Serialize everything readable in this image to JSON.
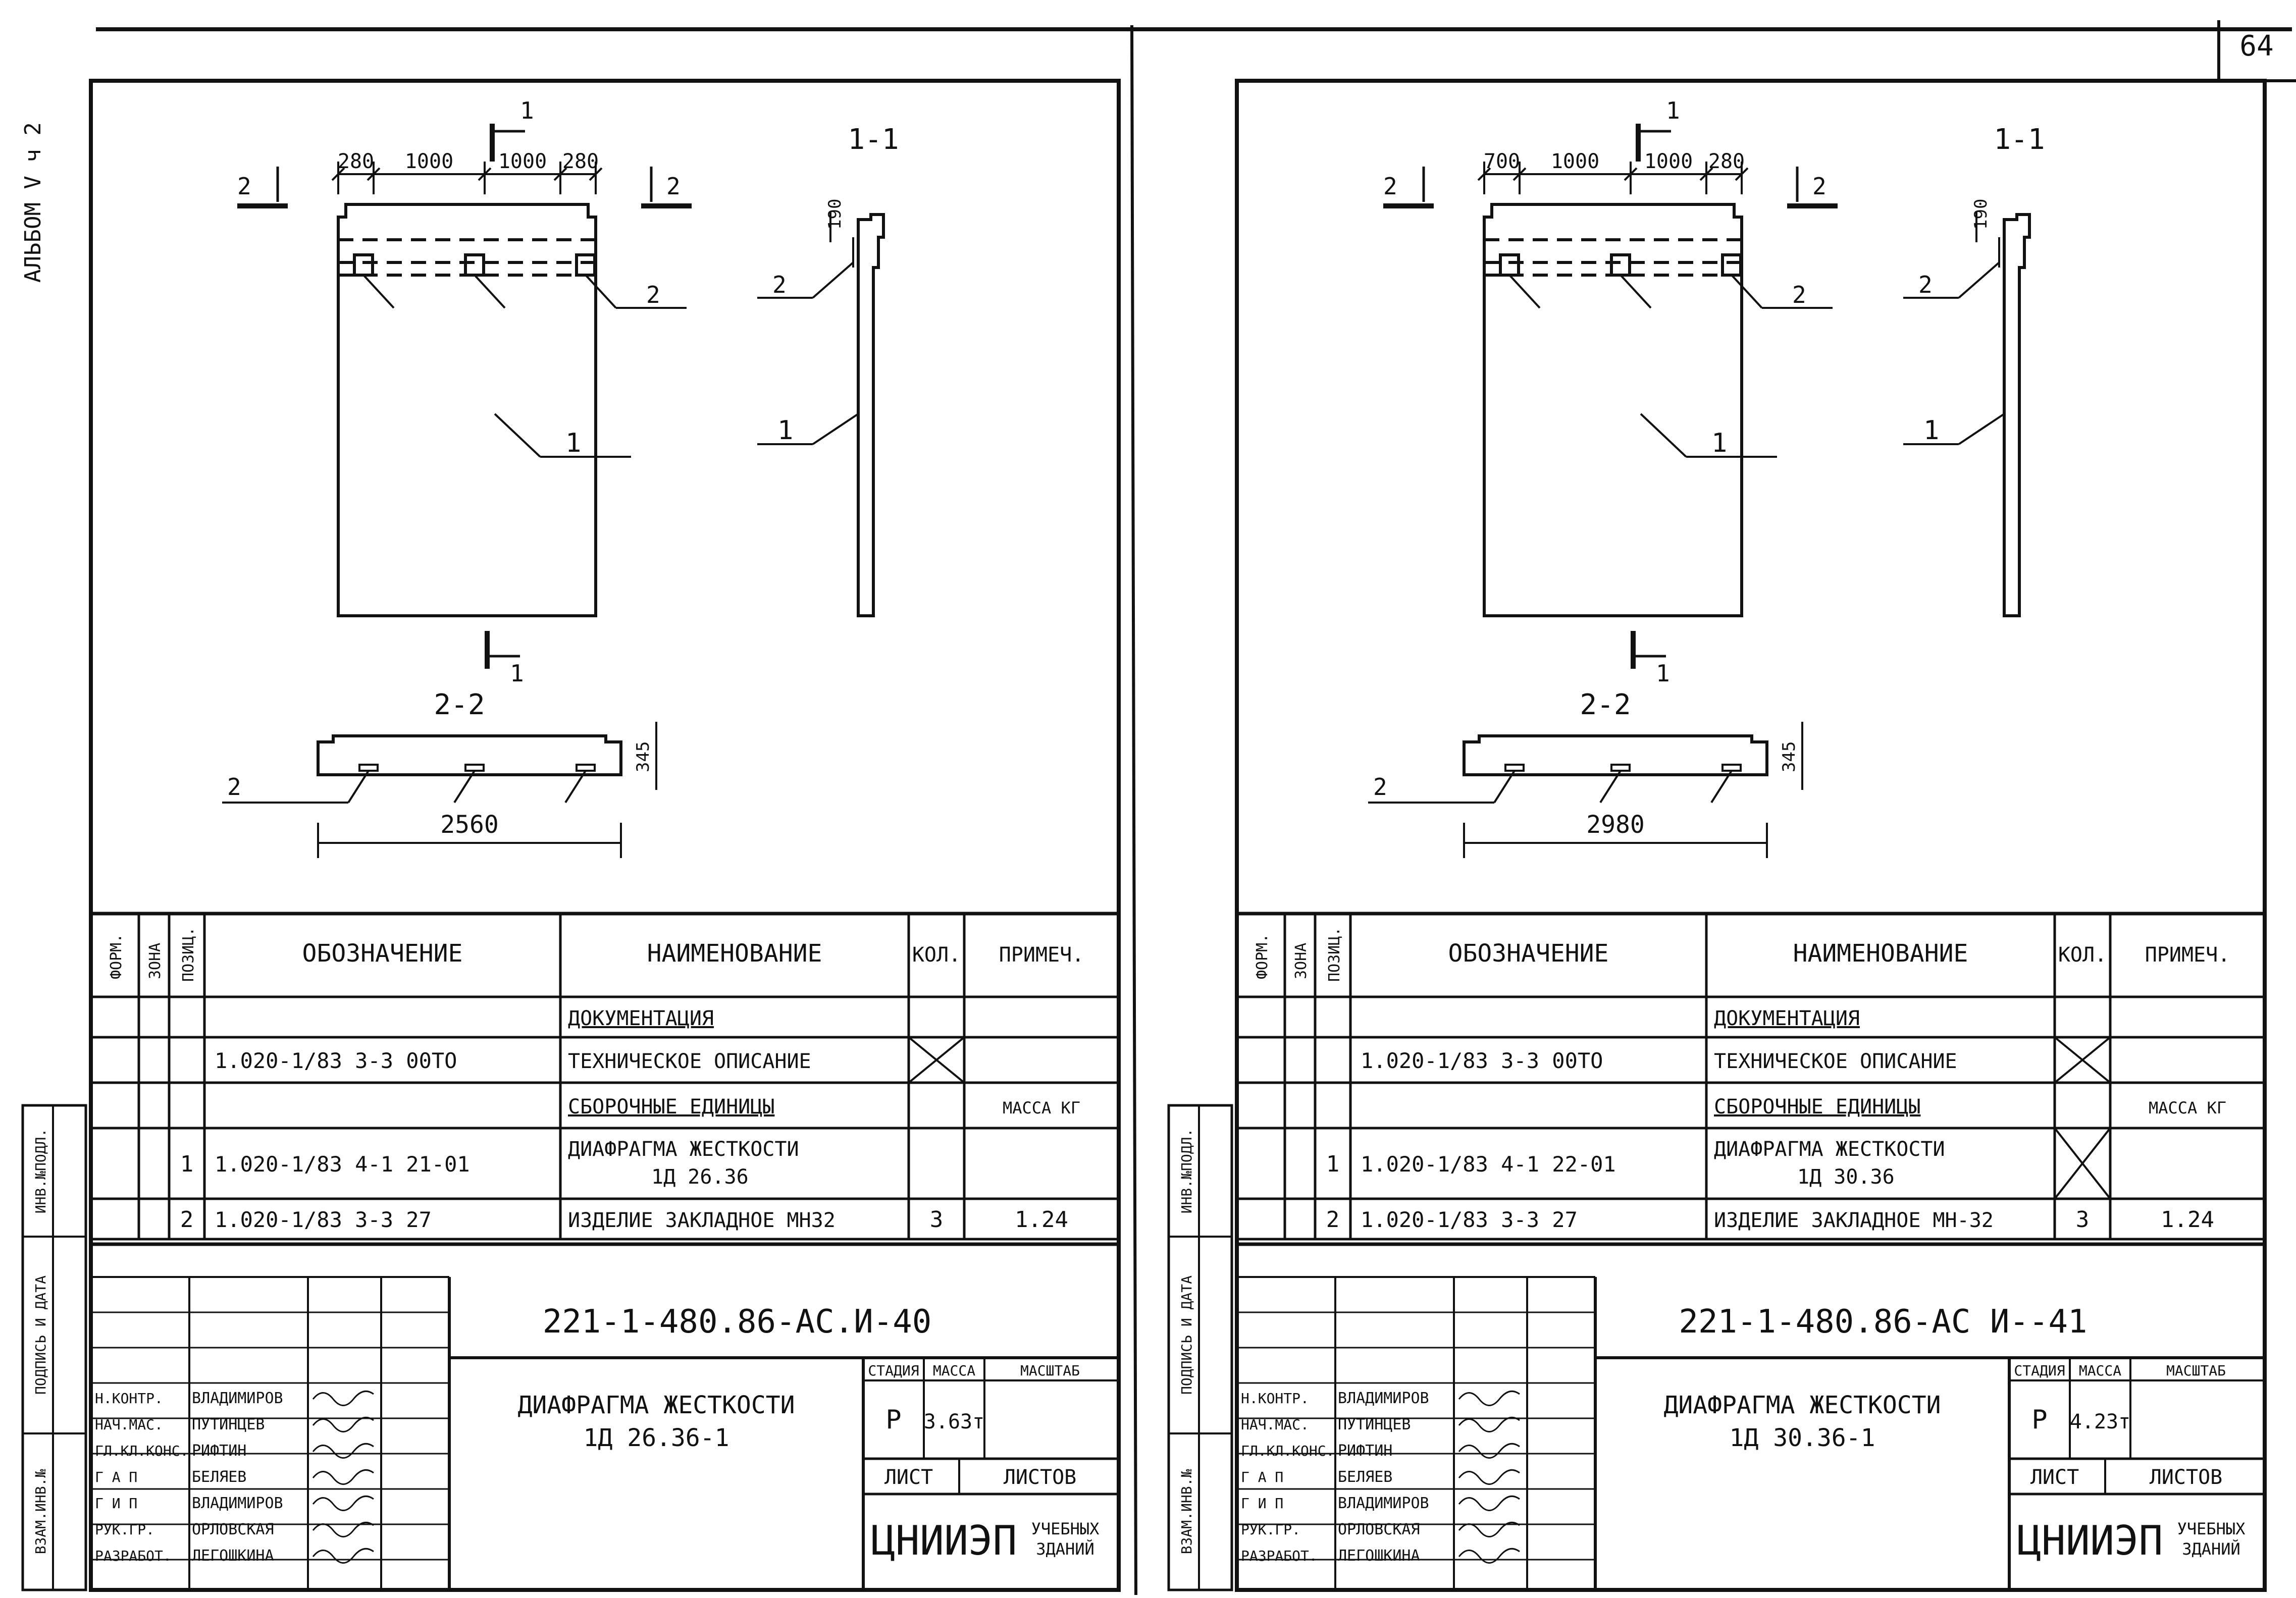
{
  "page": {
    "page_number": "64",
    "album_label": "АЛЬБОМ V ч 2"
  },
  "sheets": [
    {
      "dims_top": [
        "280",
        "1000",
        "1000",
        "280"
      ],
      "section_1_1_title": "1-1",
      "section_2_2_title": "2-2",
      "cut_mark_1": "1",
      "cut_mark_2": "2",
      "dim_190": "190",
      "dim_345": "345",
      "dim_bottom": "2560",
      "leader_1": "1",
      "leader_2": "2",
      "table_headers": {
        "format": "ФОРМ.",
        "zone": "ЗОНА",
        "position": "ПОЗИЦ.",
        "designation": "ОБОЗНАЧЕНИЕ",
        "name": "НАИМЕНОВАНИЕ",
        "qty": "КОЛ.",
        "note": "ПРИМЕЧ."
      },
      "rows": [
        {
          "pos": "",
          "designation": "",
          "name": "ДОКУМЕНТАЦИЯ",
          "qty": "",
          "note": ""
        },
        {
          "pos": "",
          "designation": "1.020-1/83  3-3   00ТО",
          "name": "ТЕХНИЧЕСКОЕ ОПИСАНИЕ",
          "qty": "",
          "note": ""
        },
        {
          "pos": "",
          "designation": "",
          "name": "СБОРОЧНЫЕ ЕДИНИЦЫ",
          "qty": "",
          "note": "МАССА КГ"
        },
        {
          "pos": "1",
          "designation": "1.020-1/83  4-1     21-01",
          "name": "ДИАФРАГМА ЖЕСТКОСТИ",
          "name2": "1Д 26.36",
          "qty": "",
          "note": ""
        },
        {
          "pos": "2",
          "designation": "1.020-1/83  3-3      27",
          "name": "ИЗДЕЛИЕ ЗАКЛАДНОЕ МН32",
          "qty": "3",
          "note": "1.24"
        }
      ],
      "side_stamp": [
        "ИНВ.№ПОДЛ.",
        "ПОДПИСЬ И ДАТА",
        "ВЗАМ.ИНВ.№"
      ],
      "title_code": "221-1-480.86-АС.И-40",
      "title_name": "ДИАФРАГМА ЖЕСТКОСТИ",
      "title_name2": "1Д 26.36-1",
      "stage_label": "СТАДИЯ",
      "mass_label": "МАССА",
      "scale_label": "МАСШТАБ",
      "stage": "Р",
      "mass": "3.63т",
      "sheet_label": "ЛИСТ",
      "sheets_label": "ЛИСТОВ",
      "org": "ЦНИИЭП",
      "org_sub1": "УЧЕБНЫХ",
      "org_sub2": "ЗДАНИЙ",
      "signers": [
        {
          "role": "Н.КОНТР.",
          "name": "ВЛАДИМИРОВ"
        },
        {
          "role": "НАЧ.МАС.",
          "name": "ПУТИНЦЕВ"
        },
        {
          "role": "ГЛ.КЛ.КОНС.",
          "name": "РИФТИН"
        },
        {
          "role": "Г А П",
          "name": "БЕЛЯЕВ"
        },
        {
          "role": "Г И П",
          "name": "ВЛАДИМИРОВ"
        },
        {
          "role": "РУК.ГР.",
          "name": "ОРЛОВСКАЯ"
        },
        {
          "role": "РАЗРАБОТ.",
          "name": "ЛЕГОШКИНА"
        }
      ]
    },
    {
      "dims_top": [
        "700",
        "1000",
        "1000",
        "280"
      ],
      "section_1_1_title": "1-1",
      "section_2_2_title": "2-2",
      "cut_mark_1": "1",
      "cut_mark_2": "2",
      "dim_190": "190",
      "dim_345": "345",
      "dim_bottom": "2980",
      "leader_1": "1",
      "leader_2": "2",
      "table_headers": {
        "format": "ФОРМ.",
        "zone": "ЗОНА",
        "position": "ПОЗИЦ.",
        "designation": "ОБОЗНАЧЕНИЕ",
        "name": "НАИМЕНОВАНИЕ",
        "qty": "КОЛ.",
        "note": "ПРИМЕЧ."
      },
      "rows": [
        {
          "pos": "",
          "designation": "",
          "name": "ДОКУМЕНТАЦИЯ",
          "qty": "",
          "note": ""
        },
        {
          "pos": "",
          "designation": "1.020-1/83  3-3   00ТО",
          "name": "ТЕХНИЧЕСКОЕ ОПИСАНИЕ",
          "qty": "",
          "note": ""
        },
        {
          "pos": "",
          "designation": "",
          "name": "СБОРОЧНЫЕ ЕДИНИЦЫ",
          "qty": "",
          "note": "МАССА КГ"
        },
        {
          "pos": "1",
          "designation": "1.020-1/83  4-1    22-01",
          "name": "ДИАФРАГМА ЖЕСТКОСТИ",
          "name2": "1Д 30.36",
          "qty": "",
          "note": ""
        },
        {
          "pos": "2",
          "designation": "1.020-1/83  3-3      27",
          "name": "ИЗДЕЛИЕ ЗАКЛАДНОЕ МН-32",
          "qty": "3",
          "note": "1.24"
        }
      ],
      "side_stamp": [
        "ИНВ.№ПОДЛ.",
        "ПОДПИСЬ И ДАТА",
        "ВЗАМ.ИНВ.№"
      ],
      "title_code": "221-1-480.86-АС И--41",
      "title_name": "ДИАФРАГМА ЖЕСТКОСТИ",
      "title_name2": "1Д 30.36-1",
      "stage_label": "СТАДИЯ",
      "mass_label": "МАССА",
      "scale_label": "МАСШТАБ",
      "stage": "Р",
      "mass": "4.23т",
      "sheet_label": "ЛИСТ",
      "sheets_label": "ЛИСТОВ",
      "org": "ЦНИИЭП",
      "org_sub1": "УЧЕБНЫХ",
      "org_sub2": "ЗДАНИЙ",
      "signers": [
        {
          "role": "Н.КОНТР.",
          "name": "ВЛАДИМИРОВ"
        },
        {
          "role": "НАЧ.МАС.",
          "name": "ПУТИНЦЕВ"
        },
        {
          "role": "ГЛ.КЛ.КОНС.",
          "name": "РИФТИН"
        },
        {
          "role": "Г А П",
          "name": "БЕЛЯЕВ"
        },
        {
          "role": "Г И П",
          "name": "ВЛАДИМИРОВ"
        },
        {
          "role": "РУК.ГР.",
          "name": "ОРЛОВСКАЯ"
        },
        {
          "role": "РАЗРАБОТ.",
          "name": "ЛЕГОШКИНА"
        }
      ]
    }
  ]
}
